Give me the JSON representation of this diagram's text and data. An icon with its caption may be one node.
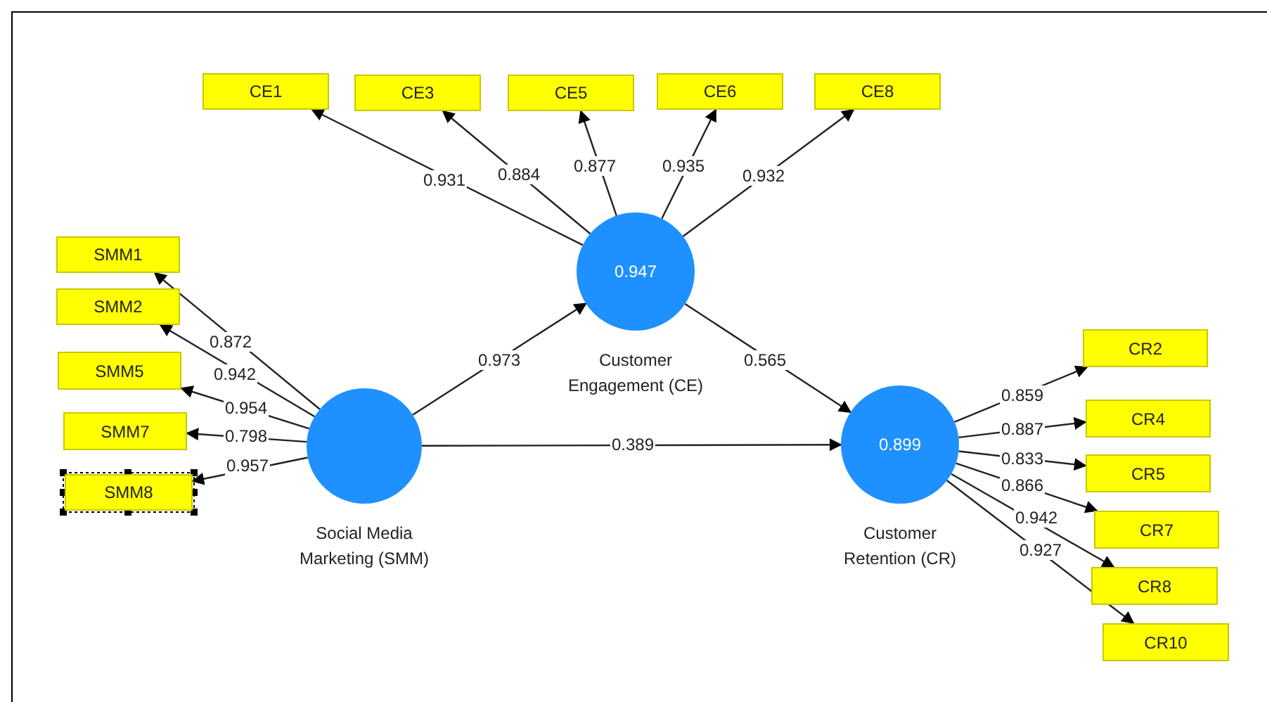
{
  "diagram": {
    "nodes": [
      {
        "text": [
          "CE1"
        ]
      },
      {
        "text": [
          "CE3"
        ]
      },
      {
        "text": [
          "CE5"
        ]
      },
      {
        "text": [
          "CE6"
        ]
      },
      {
        "text": [
          "CE8"
        ]
      },
      {
        "text": [
          "SMM1"
        ]
      },
      {
        "text": [
          "SMM2"
        ]
      },
      {
        "text": [
          "SMM5"
        ]
      },
      {
        "text": [
          "SMM7"
        ]
      },
      {
        "text": [
          "SMM8"
        ]
      },
      {
        "text": [
          "0.947",
          "Customer Engagement (CE)"
        ]
      },
      {
        "text": [
          "Social Media Marketing (SMM)"
        ]
      },
      {
        "text": [
          "0.899",
          "Customer Retention (CR)"
        ]
      },
      {
        "text": [
          "CR2"
        ]
      },
      {
        "text": [
          "CR4"
        ]
      },
      {
        "text": [
          "CR5"
        ]
      },
      {
        "text": [
          "CR7"
        ]
      },
      {
        "text": [
          "CR8"
        ]
      },
      {
        "text": [
          "CR10"
        ]
      }
    ],
    "edges": [
      {
        "from": 10,
        "to": 0,
        "arrow": "to",
        "label": "0.931"
      },
      {
        "from": 10,
        "to": 1,
        "arrow": "to",
        "label": "0.884"
      },
      {
        "from": 10,
        "to": 2,
        "arrow": "to",
        "label": "0.877"
      },
      {
        "from": 10,
        "to": 3,
        "arrow": "to",
        "label": "0.935"
      },
      {
        "from": 10,
        "to": 4,
        "arrow": "to",
        "label": "0.932"
      },
      {
        "from": 11,
        "to": 5,
        "arrow": "to",
        "label": "0.872"
      },
      {
        "from": 11,
        "to": 6,
        "arrow": "to",
        "label": "0.942"
      },
      {
        "from": 11,
        "to": 7,
        "arrow": "to",
        "label": "0.954"
      },
      {
        "from": 11,
        "to": 8,
        "arrow": "to",
        "label": "0.798"
      },
      {
        "from": 11,
        "to": 9,
        "arrow": "to",
        "label": "0.957"
      },
      {
        "from": 11,
        "to": 10,
        "arrow": "to",
        "label": "0.973"
      },
      {
        "from": 10,
        "to": 12,
        "arrow": "to",
        "label": "0.565"
      },
      {
        "from": 11,
        "to": 12,
        "arrow": "to",
        "label": "0.389"
      },
      {
        "from": 12,
        "to": 13,
        "arrow": "to",
        "label": "0.859"
      },
      {
        "from": 12,
        "to": 14,
        "arrow": "to",
        "label": "0.887"
      },
      {
        "from": 12,
        "to": 15,
        "arrow": "to",
        "label": "0.833"
      },
      {
        "from": 12,
        "to": 16,
        "arrow": "to",
        "label": "0.866"
      },
      {
        "from": 12,
        "to": 17,
        "arrow": "to",
        "label": "0.942"
      },
      {
        "from": 12,
        "to": 18,
        "arrow": "to",
        "label": "0.927"
      }
    ]
  }
}
